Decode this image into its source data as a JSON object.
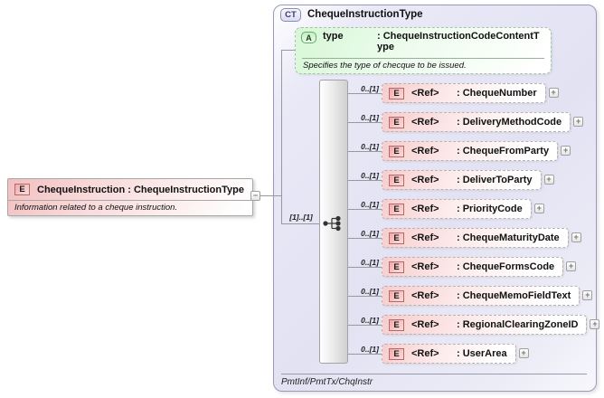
{
  "colors": {
    "container_fill": "#e2e2f3",
    "container_border": "#9a9ab8",
    "element_pink": "#f8cdcd",
    "element_badge_border": "#b26b6b",
    "attribute_green": "#d6f7d6",
    "attribute_badge_border": "#6aa86a",
    "connector": "#999999"
  },
  "global_element": {
    "badge": "E",
    "title": "ChequeInstruction : ChequeInstructionType",
    "description": "Information related to a cheque instruction.",
    "collapse_label": "−"
  },
  "complex_type": {
    "badge": "CT",
    "title": "ChequeInstructionType",
    "footer_path": "PmtInf/PmtTx/ChqInstr",
    "attribute": {
      "badge": "A",
      "name": "type",
      "type": ": ChequeInstructionCodeContentType",
      "description": "Specifies the type of checque to be issued."
    },
    "sequence": {
      "cardinality": "[1]..[1]"
    },
    "elements": [
      {
        "badge": "E",
        "name": "<Ref>",
        "type": ": ChequeNumber",
        "cardinality": "0..[1]",
        "expand_label": "+"
      },
      {
        "badge": "E",
        "name": "<Ref>",
        "type": ": DeliveryMethodCode",
        "cardinality": "0..[1]",
        "expand_label": "+"
      },
      {
        "badge": "E",
        "name": "<Ref>",
        "type": ": ChequeFromParty",
        "cardinality": "0..[1]",
        "expand_label": "+"
      },
      {
        "badge": "E",
        "name": "<Ref>",
        "type": ": DeliverToParty",
        "cardinality": "0..[1]",
        "expand_label": "+"
      },
      {
        "badge": "E",
        "name": "<Ref>",
        "type": ": PriorityCode",
        "cardinality": "0..[1]",
        "expand_label": "+"
      },
      {
        "badge": "E",
        "name": "<Ref>",
        "type": ": ChequeMaturityDate",
        "cardinality": "0..[1]",
        "expand_label": "+"
      },
      {
        "badge": "E",
        "name": "<Ref>",
        "type": ": ChequeFormsCode",
        "cardinality": "0..[1]",
        "expand_label": "+"
      },
      {
        "badge": "E",
        "name": "<Ref>",
        "type": ": ChequeMemoFieldText",
        "cardinality": "0..[1]",
        "expand_label": "+"
      },
      {
        "badge": "E",
        "name": "<Ref>",
        "type": ": RegionalClearingZoneID",
        "cardinality": "0..[1]",
        "expand_label": "+"
      },
      {
        "badge": "E",
        "name": "<Ref>",
        "type": ": UserArea",
        "cardinality": "0..[1]",
        "expand_label": "+"
      }
    ]
  }
}
